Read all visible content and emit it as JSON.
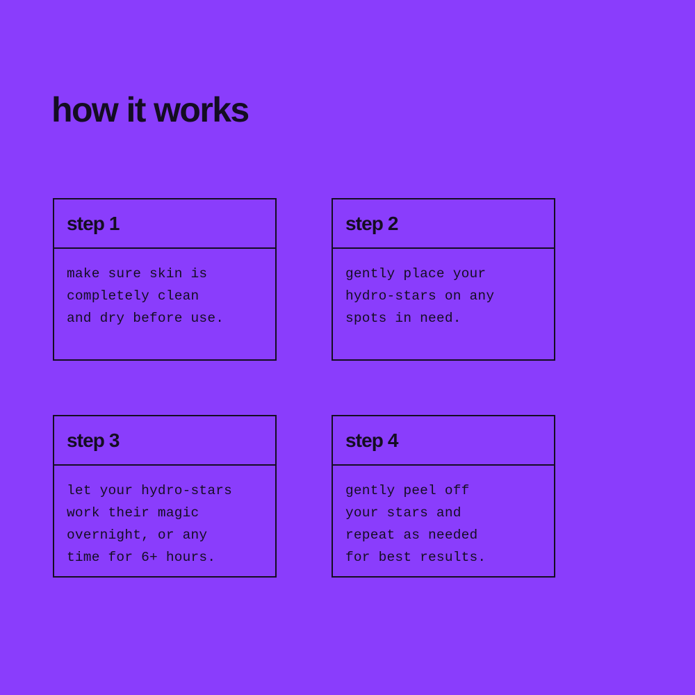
{
  "theme": {
    "background_color": "#8a3dfc",
    "ink_color": "#140d22",
    "border_color": "#140d22"
  },
  "header": {
    "title": "how it works"
  },
  "steps": [
    {
      "id": "step-1",
      "label": "step 1",
      "text": "make sure skin is\ncompletely clean\nand dry before use.",
      "lines": [
        "make sure skin is",
        "completely clean",
        "and dry before use."
      ]
    },
    {
      "id": "step-2",
      "label": "step 2",
      "text": "gently place your\nhydro-stars on any\nspots in need.",
      "lines": [
        "gently place your",
        "hydro-stars on any",
        "spots in need."
      ]
    },
    {
      "id": "step-3",
      "label": "step 3",
      "text": "let your hydro-stars\nwork their magic\novernight, or any\ntime for 6+ hours.",
      "lines": [
        "let your hydro-stars",
        "work their magic",
        "overnight, or any",
        "time for 6+ hours."
      ]
    },
    {
      "id": "step-4",
      "label": "step 4",
      "text": "gently peel off\nyour stars and\nrepeat as needed\nfor best results.",
      "lines": [
        "gently peel off",
        "your stars and",
        "repeat as needed",
        "for best results."
      ]
    }
  ]
}
